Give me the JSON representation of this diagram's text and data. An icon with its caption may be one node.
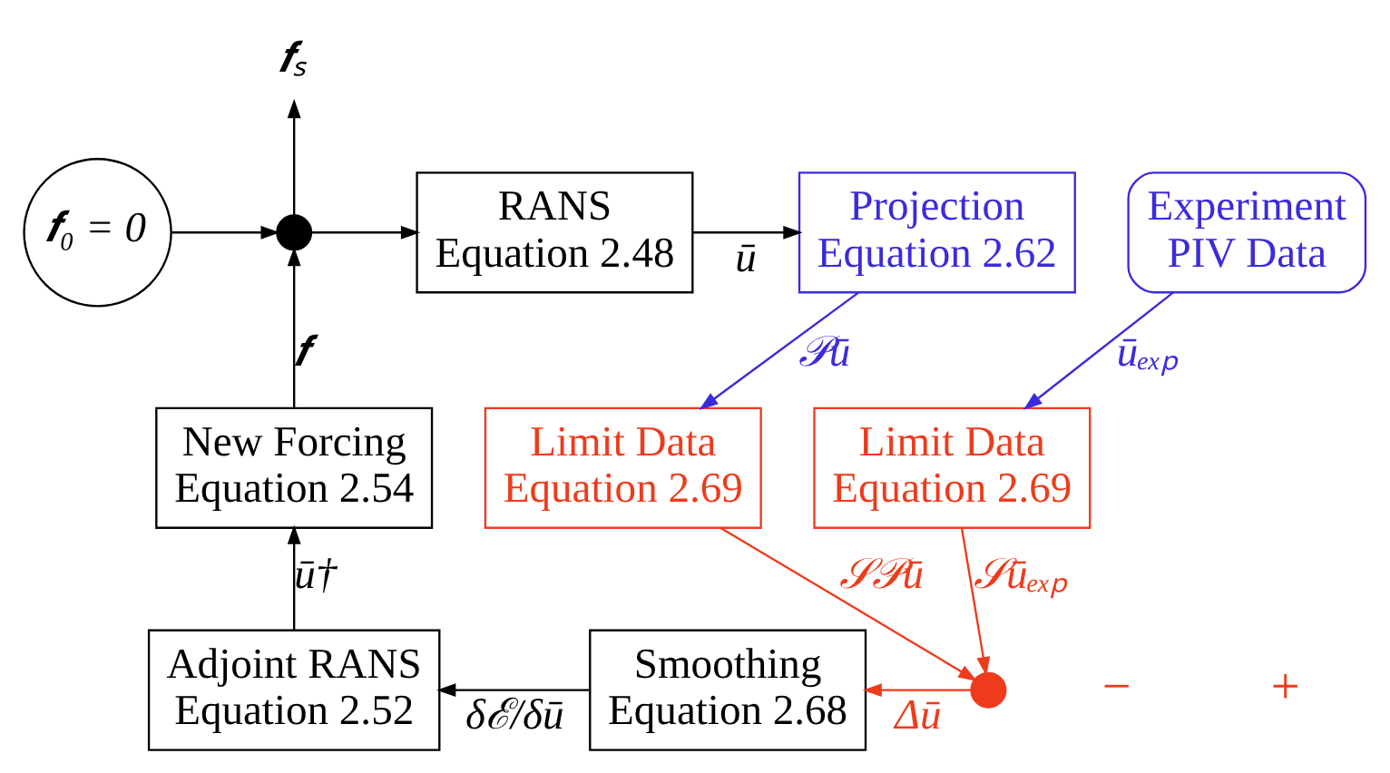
{
  "diagram": {
    "nodes": [
      {
        "text": [
          "𝒇ₛ"
        ]
      },
      {
        "text": [
          "𝒇₀ = 0"
        ]
      },
      {
        "text": [],
        "shape": "circle"
      },
      {
        "text": [
          "RANS",
          "Equation 2.48"
        ]
      },
      {
        "text": [
          "Projection",
          "Equation 2.62"
        ]
      },
      {
        "text": [
          "Experiment",
          "PIV Data"
        ]
      },
      {
        "text": [
          "New Forcing",
          "Equation 2.54"
        ]
      },
      {
        "text": [
          "Limit Data",
          "Equation 2.69"
        ]
      },
      {
        "text": [
          "Limit Data",
          "Equation 2.69"
        ]
      },
      {
        "text": [
          "Adjoint RANS",
          "Equation 2.52"
        ]
      },
      {
        "text": [
          "Smoothing",
          "Equation 2.68"
        ]
      },
      {
        "text": [],
        "shape": "circle"
      }
    ],
    "edges": [
      {
        "from": 1,
        "to": 2,
        "arrow": "to"
      },
      {
        "from": 2,
        "to": 0,
        "arrow": "to"
      },
      {
        "from": 2,
        "to": 3,
        "arrow": "to"
      },
      {
        "from": 3,
        "to": 4,
        "arrow": "to",
        "label": "ū"
      },
      {
        "from": 4,
        "to": 7,
        "arrow": "to",
        "label": "𝒫ū",
        "color": "#3b2bdc"
      },
      {
        "from": 5,
        "to": 8,
        "arrow": "to",
        "label": "ūₑₓₚ",
        "color": "#3b2bdc"
      },
      {
        "from": 7,
        "to": 11,
        "arrow": "to",
        "label": "𝒮𝒫ū",
        "color": "#ee3b1c"
      },
      {
        "from": 8,
        "to": 11,
        "arrow": "to",
        "label": "𝒮ūₑₓₚ",
        "color": "#ee3b1c"
      },
      {
        "from": 11,
        "to": 10,
        "arrow": "to",
        "label": "Δū",
        "color": "#ee3b1c"
      },
      {
        "from": 10,
        "to": 9,
        "arrow": "to",
        "label": "δℰ/δū"
      },
      {
        "from": 9,
        "to": 6,
        "arrow": "to",
        "label": "ū†"
      },
      {
        "from": 6,
        "to": 2,
        "arrow": "to",
        "label": "𝒇"
      }
    ],
    "labels": [
      "−",
      "+"
    ]
  }
}
